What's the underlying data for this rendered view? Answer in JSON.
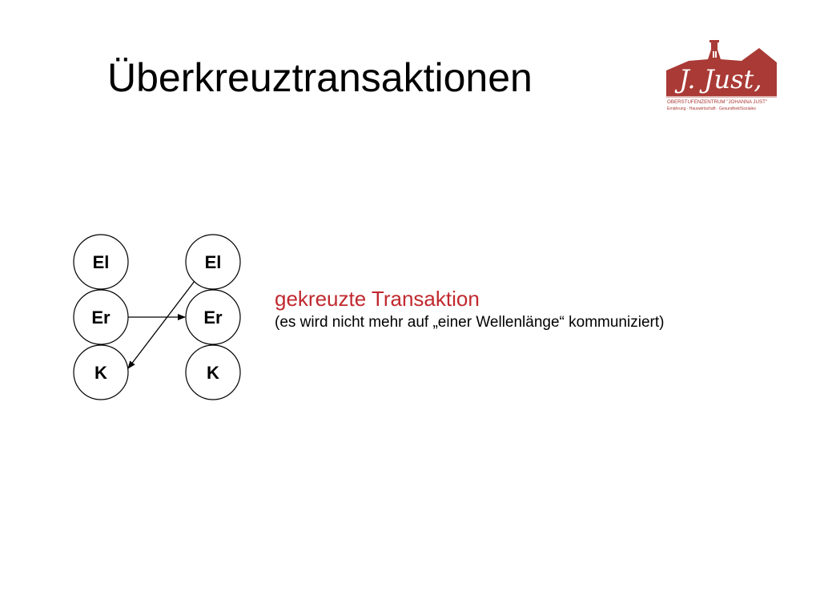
{
  "slide": {
    "title": "Überkreuztransaktionen"
  },
  "logo": {
    "script_text": "J. Just",
    "school_line": "OBERSTUFENZENTRUM \"JOHANNA JUST\"",
    "subjects_line": "Ernährung · Hauswirtschaft · Gesundheit/Soziales",
    "brand_color": "#a93a35"
  },
  "diagram": {
    "left_person": {
      "states": [
        "El",
        "Er",
        "K"
      ]
    },
    "right_person": {
      "states": [
        "El",
        "Er",
        "K"
      ]
    },
    "arrows": [
      {
        "from": "left_person.Er",
        "to": "right_person.Er"
      },
      {
        "from": "right_person.El",
        "to": "left_person.K"
      }
    ]
  },
  "caption": {
    "heading": "gekreuzte Transaktion",
    "subtext": "(es wird nicht mehr auf „einer Wellenlänge“ kommuniziert)",
    "heading_color": "#c0292f"
  }
}
